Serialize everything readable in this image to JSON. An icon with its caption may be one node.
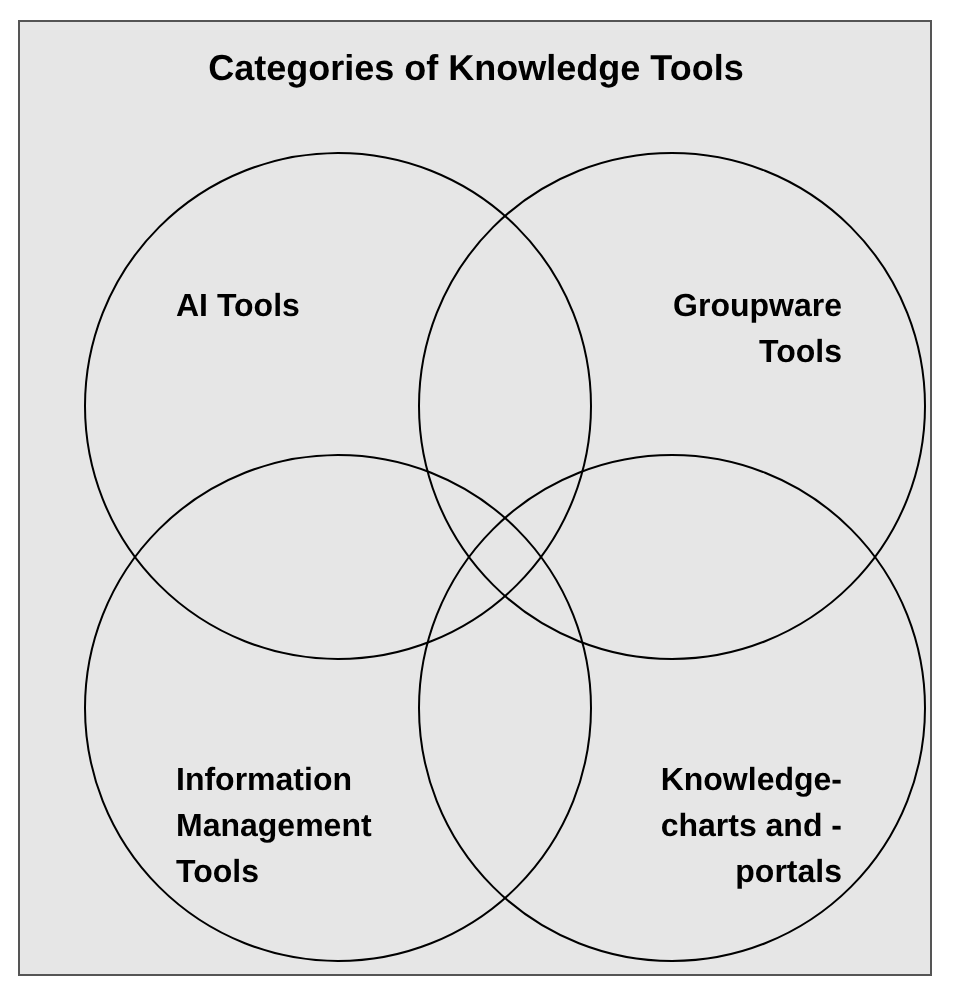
{
  "diagram": {
    "title": "Categories of Knowledge Tools",
    "nodes": [
      {
        "text": [
          "AI Tools"
        ]
      },
      {
        "text": [
          "Groupware Tools"
        ]
      },
      {
        "text": [
          "Information Management Tools"
        ]
      },
      {
        "text": [
          "Knowledge- charts and - portals"
        ]
      }
    ]
  }
}
